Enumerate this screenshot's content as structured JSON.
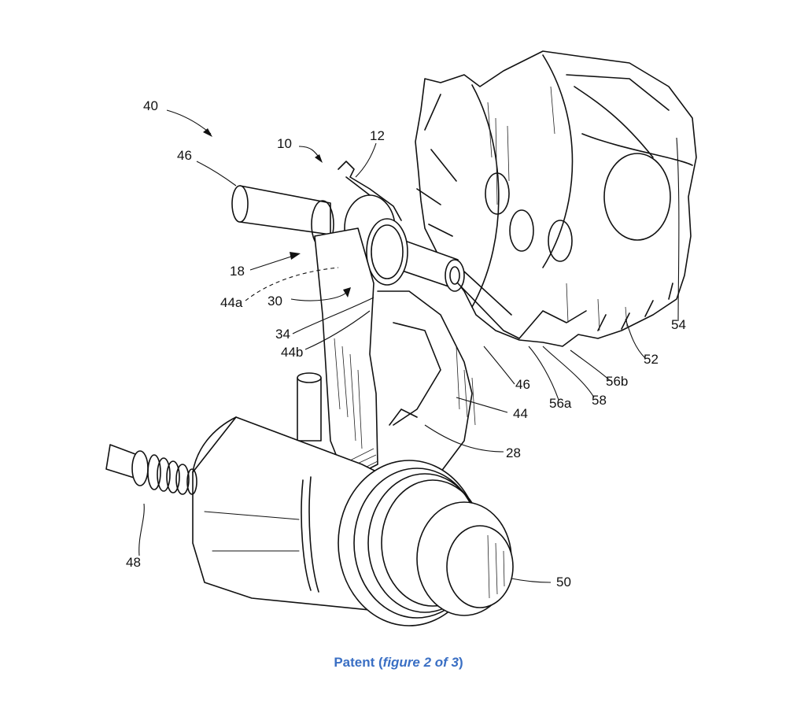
{
  "figure": {
    "labels": {
      "l40": "40",
      "l10": "10",
      "l12": "12",
      "l46a": "46",
      "l18": "18",
      "l44a": "44a",
      "l30": "30",
      "l34": "34",
      "l44b": "44b",
      "l46b": "46",
      "l44": "44",
      "l56a": "56a",
      "l58": "58",
      "l56b": "56b",
      "l52": "52",
      "l54": "54",
      "l28": "28",
      "l48": "48",
      "l50": "50"
    }
  },
  "caption": {
    "prefix": "Patent (",
    "emphasis": "figure 2 of 3",
    "suffix": ")"
  },
  "colors": {
    "caption": "#3a6fc4",
    "line": "#111111"
  }
}
